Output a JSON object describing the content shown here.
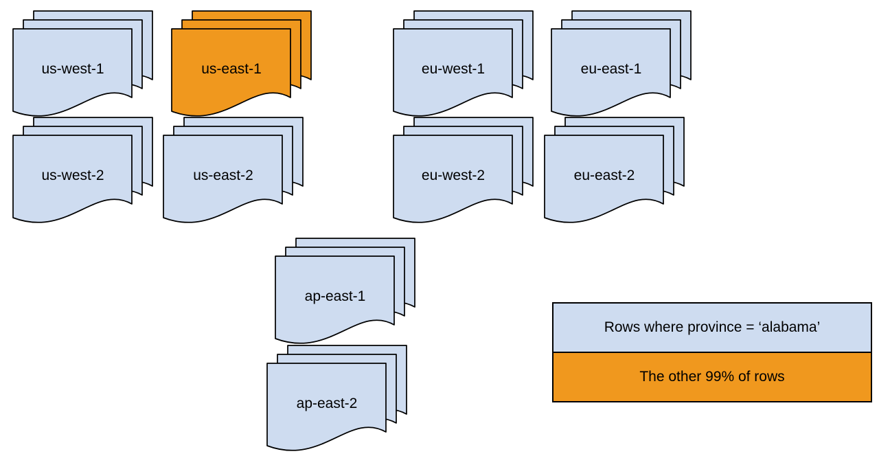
{
  "diagram": {
    "background": "#ffffff",
    "colors": {
      "normal_fill": "#cedcf0",
      "highlight_fill": "#f0981e",
      "stroke": "#000000",
      "text": "#000000"
    },
    "stacks": [
      {
        "label": "us-west-1",
        "highlighted": false
      },
      {
        "label": "us-east-1",
        "highlighted": true
      },
      {
        "label": "eu-west-1",
        "highlighted": false
      },
      {
        "label": "eu-east-1",
        "highlighted": false
      },
      {
        "label": "us-west-2",
        "highlighted": false
      },
      {
        "label": "us-east-2",
        "highlighted": false
      },
      {
        "label": "eu-west-2",
        "highlighted": false
      },
      {
        "label": "eu-east-2",
        "highlighted": false
      },
      {
        "label": "ap-east-1",
        "highlighted": false
      },
      {
        "label": "ap-east-2",
        "highlighted": false
      }
    ],
    "legend": {
      "items": [
        {
          "label": "Rows where province = ‘alabama’",
          "style": "normal"
        },
        {
          "label": "The other 99% of rows",
          "style": "highlight"
        }
      ]
    }
  }
}
